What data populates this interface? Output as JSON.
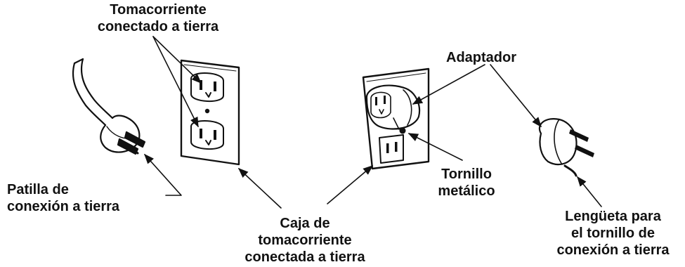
{
  "labels": {
    "grounded_outlet": [
      "Tomacorriente",
      "conectado a tierra"
    ],
    "adapter": "Adaptador",
    "grounding_prong": [
      "Patilla de",
      "conexión a tierra"
    ],
    "metal_screw": [
      "Tornillo",
      "metálico"
    ],
    "grounded_box": [
      "Caja de",
      "tomacorriente",
      "conectada a tierra"
    ],
    "tab": [
      "Lengüeta para",
      "el tornillo de",
      "conexión a tierra"
    ]
  }
}
